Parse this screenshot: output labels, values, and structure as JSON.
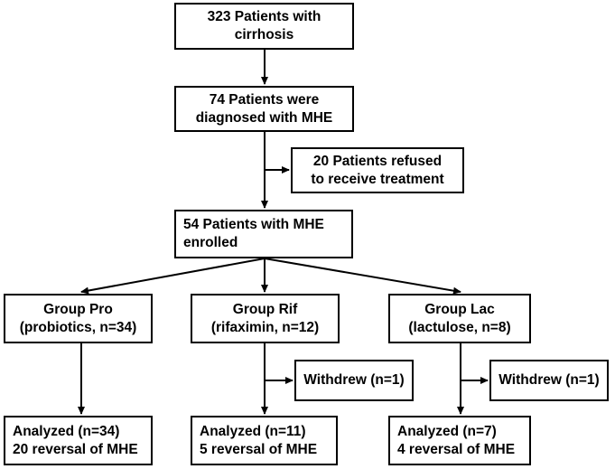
{
  "flowchart": {
    "screening": {
      "line1": "323 Patients with",
      "line2": "cirrhosis"
    },
    "diagnosed": {
      "line1": "74 Patients were",
      "line2": "diagnosed with MHE"
    },
    "refused": {
      "line1": "20 Patients refused",
      "line2": "to receive treatment"
    },
    "enrolled": {
      "line1": "54 Patients with MHE",
      "line2": "enrolled"
    },
    "groups": [
      {
        "name": "Group Pro",
        "detail": "(probiotics, n=34)",
        "withdrew": "",
        "analyzed": "Analyzed (n=34)",
        "reversal": "20 reversal of MHE"
      },
      {
        "name": "Group Rif",
        "detail": "(rifaximin, n=12)",
        "withdrew": "Withdrew (n=1)",
        "analyzed": "Analyzed (n=11)",
        "reversal": "5 reversal of MHE"
      },
      {
        "name": "Group Lac",
        "detail": "(lactulose, n=8)",
        "withdrew": "Withdrew (n=1)",
        "analyzed": "Analyzed (n=7)",
        "reversal": "4 reversal of MHE"
      }
    ]
  }
}
